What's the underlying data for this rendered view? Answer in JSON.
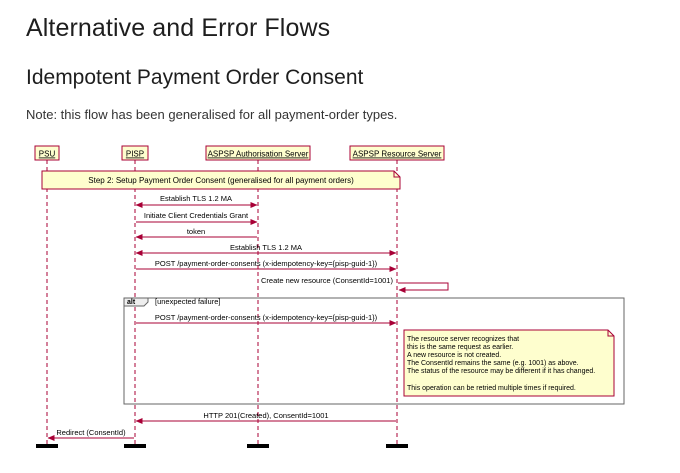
{
  "heading": "Alternative and Error Flows",
  "subheading": "Idempotent Payment Order Consent",
  "note": "Note: this flow has been generalised for all payment-order types.",
  "participants": {
    "psu": "PSU",
    "pisp": "PISP",
    "auth": "ASPSP Authorisation Server",
    "resource": "ASPSP Resource Server"
  },
  "step": "Step 2: Setup Payment Order Consent (generalised for all payment orders)",
  "messages": {
    "m1": "Establish TLS 1.2 MA",
    "m2": "Initiate Client Credentials Grant",
    "m3": "token",
    "m4": "Establish TLS 1.2 MA",
    "m5": "POST /payment-order-consents (x-idempotency-key={pisp-guid-1})",
    "m6": "Create new resource (ConsentId=1001)",
    "m7": "POST /payment-order-consents (x-idempotency-key={pisp-guid-1})",
    "m8": "HTTP 201(Created), ConsentId=1001",
    "m9": "Redirect (ConsentId)"
  },
  "alt": {
    "tag": "alt",
    "condition": "[unexpected failure]"
  },
  "note_box": {
    "line1": "The resource server recognizes that",
    "line2": "this is the same request as earlier.",
    "line3": "A new resource is not created.",
    "line4": "The ConsentId remains the same (e.g. 1001) as above.",
    "line5": "The status of the resource may be different if it has changed.",
    "line6": "This operation can be retried multiple times if required."
  },
  "colors": {
    "arrow": "#a80036",
    "lifeline": "#a80036",
    "box_fill": "#fefece",
    "note_fill": "#fbfb77"
  }
}
